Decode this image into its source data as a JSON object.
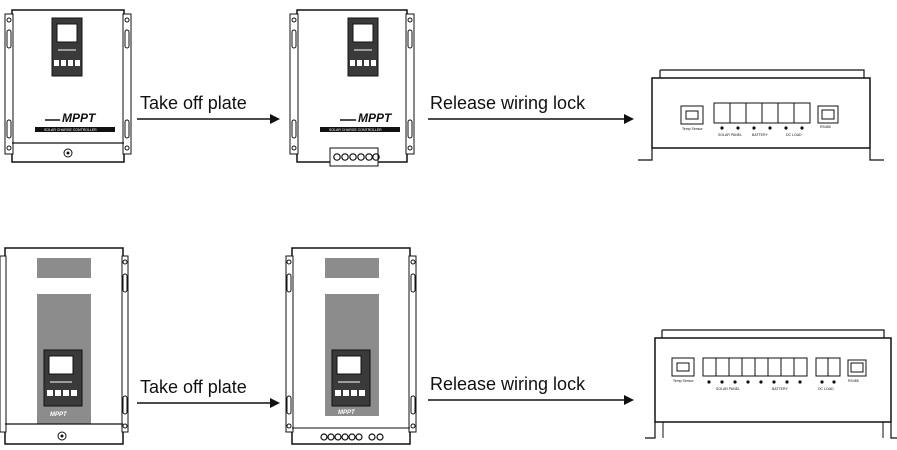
{
  "steps": {
    "take_off_plate": "Take off plate",
    "release_wiring_lock": "Release wiring lock"
  },
  "controller": {
    "brand": "MPPT",
    "subtitle": "SOLAR CHARGE CONTROLLER"
  },
  "terminal_box": {
    "temp_sensor": "Temp Sensor",
    "solar_panel": "SOLAR PANEL",
    "battery": "BATTERY",
    "dc_load": "DC LOAD",
    "rs485": "RS485"
  },
  "colors": {
    "line": "#111111",
    "panel_gray": "#8c8c8c",
    "dark_gray": "#6e6e6e"
  }
}
